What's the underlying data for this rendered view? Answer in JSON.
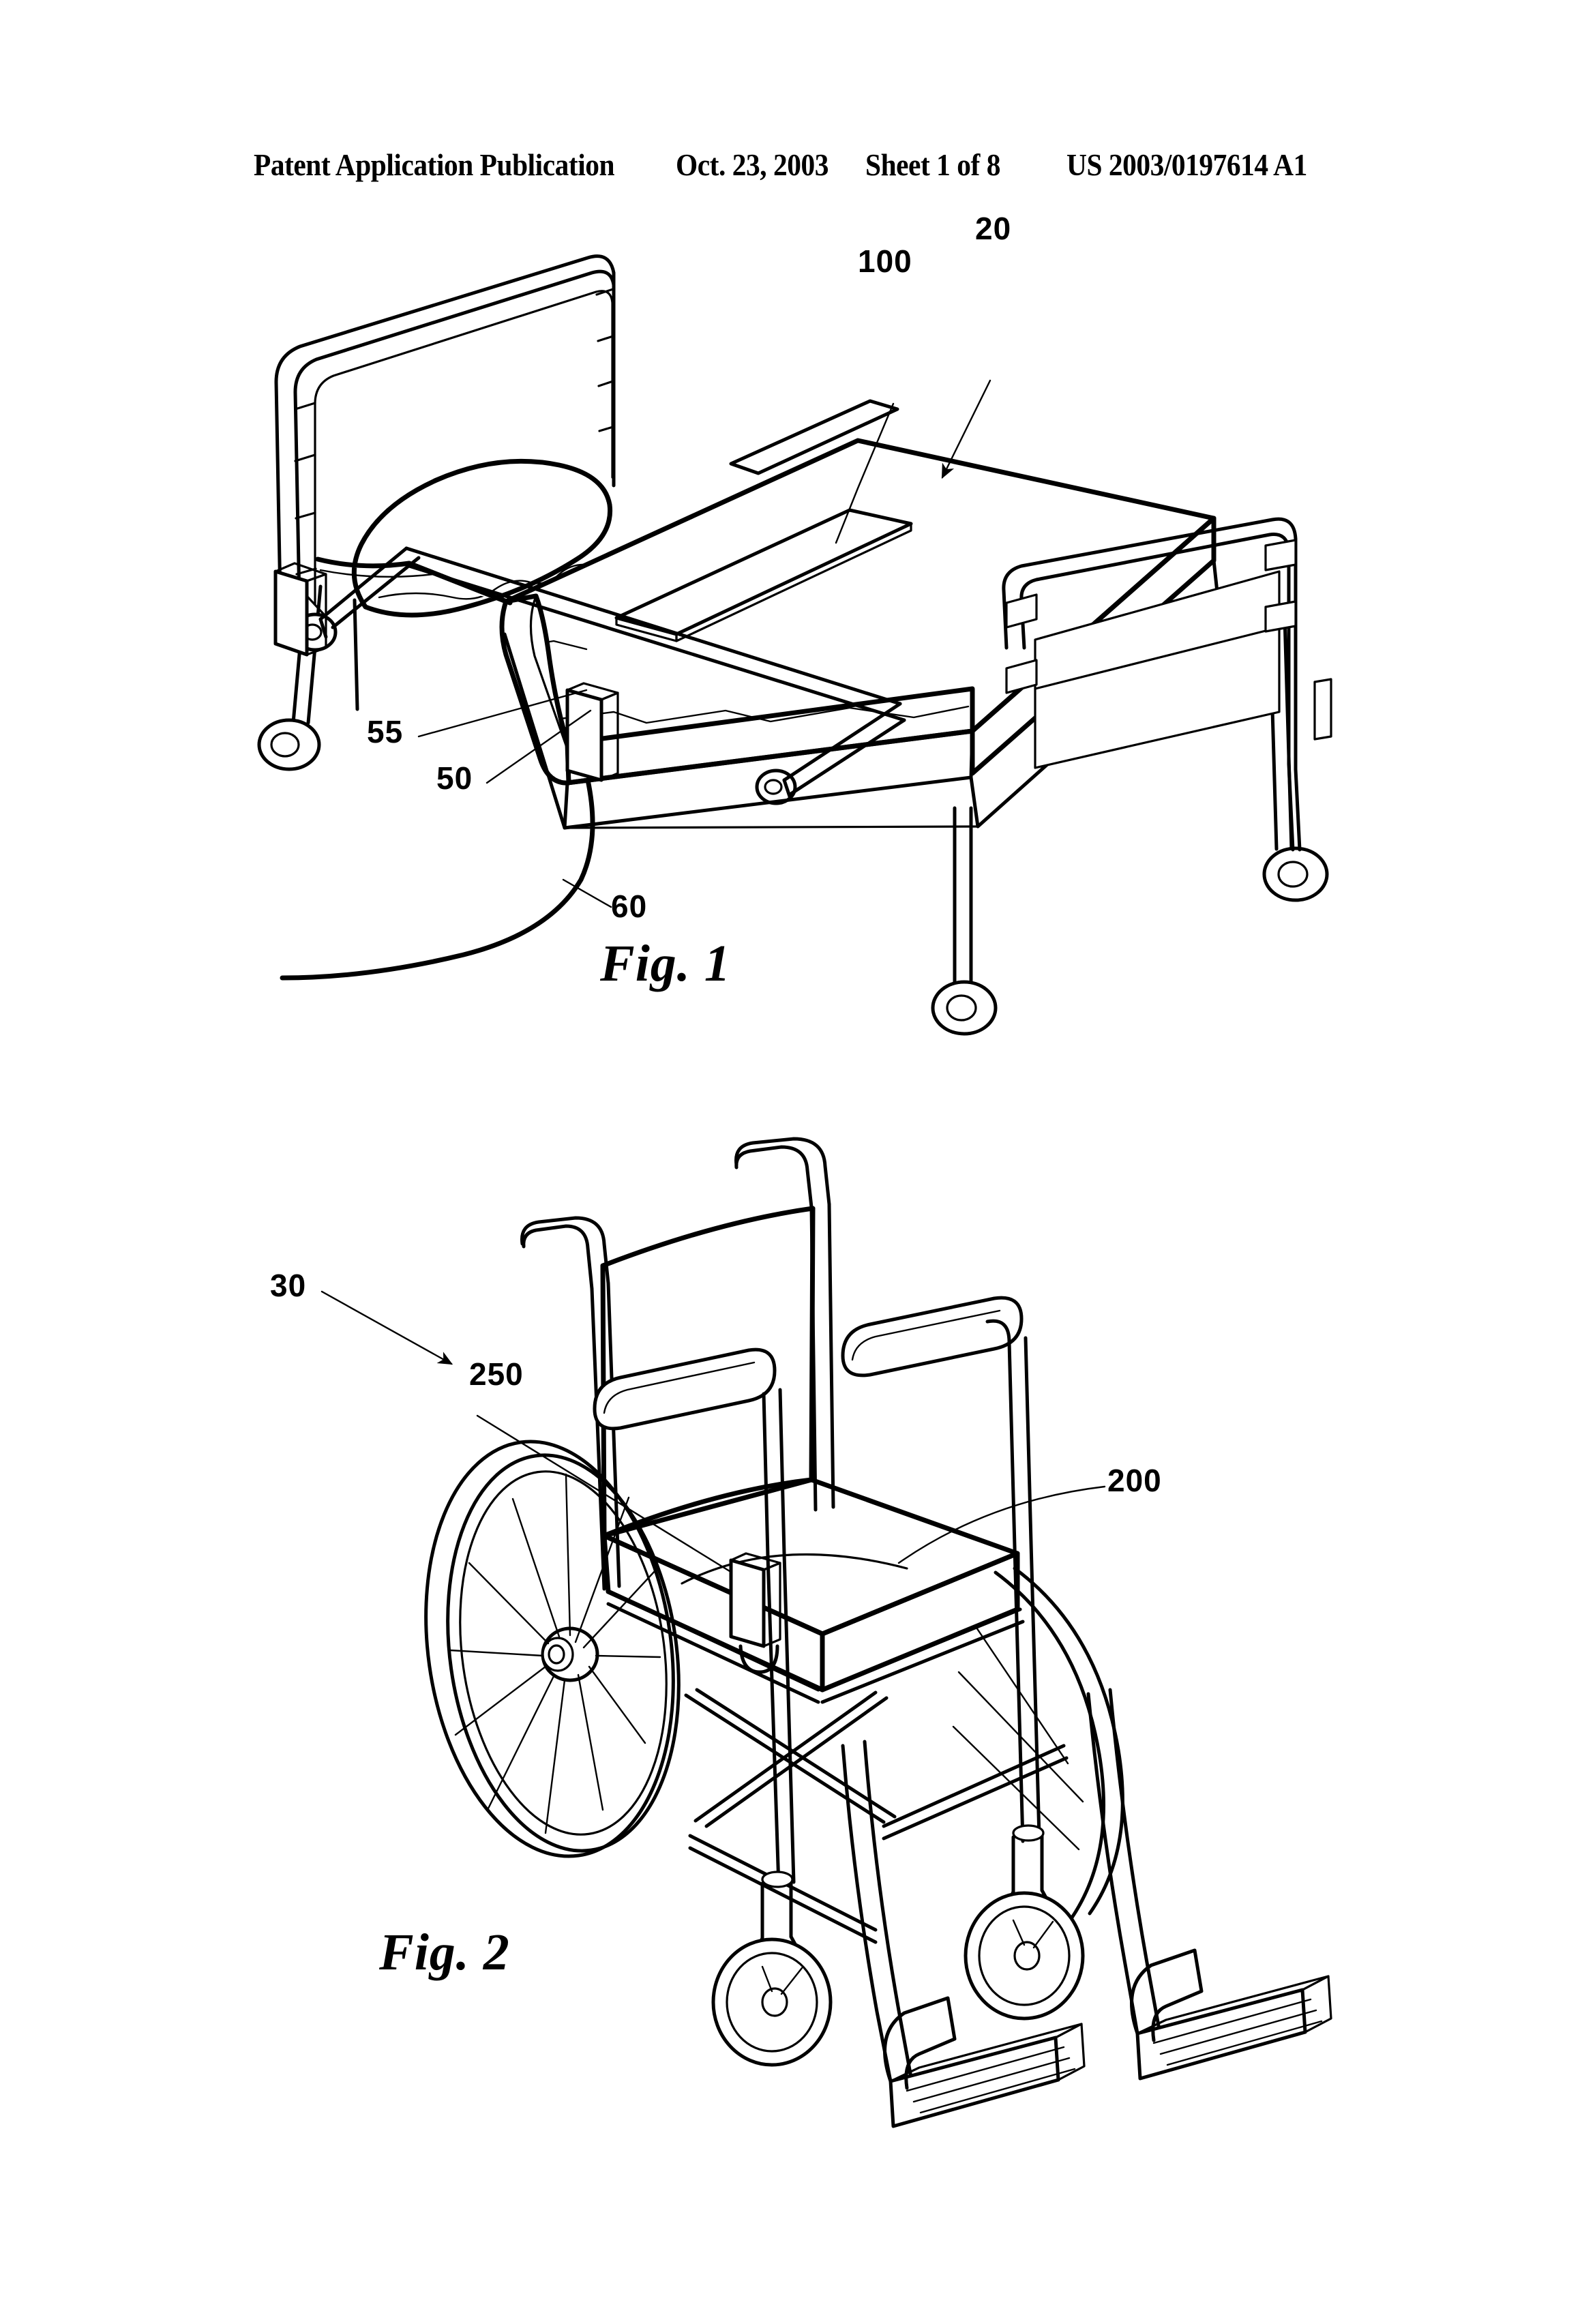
{
  "header": {
    "publication": "Patent Application Publication",
    "date": "Oct. 23, 2003",
    "sheet": "Sheet 1 of 8",
    "document_number": "US 2003/0197614 A1"
  },
  "figures": [
    {
      "id": "fig1",
      "caption": "Fig. 1",
      "subject": "hospital-bed-with-sensor-pad",
      "reference_numerals": [
        {
          "label": "20",
          "points_to": "hospital-bed-assembly",
          "leader": "arrow"
        },
        {
          "label": "100",
          "points_to": "bed-sensor-pad",
          "leader": "line"
        },
        {
          "label": "55",
          "points_to": "side-rail",
          "leader": "line"
        },
        {
          "label": "50",
          "points_to": "bed-sensor-module",
          "leader": "line"
        },
        {
          "label": "60",
          "points_to": "signal-cable",
          "leader": "line"
        }
      ]
    },
    {
      "id": "fig2",
      "caption": "Fig. 2",
      "subject": "wheelchair-with-sensor-pad",
      "reference_numerals": [
        {
          "label": "30",
          "points_to": "wheelchair-assembly",
          "leader": "arrow"
        },
        {
          "label": "250",
          "points_to": "wheelchair-sensor-module",
          "leader": "line"
        },
        {
          "label": "200",
          "points_to": "wheelchair-seat-sensor-pad",
          "leader": "line"
        }
      ]
    }
  ],
  "colors": {
    "ink": "#000000",
    "paper": "#ffffff"
  }
}
